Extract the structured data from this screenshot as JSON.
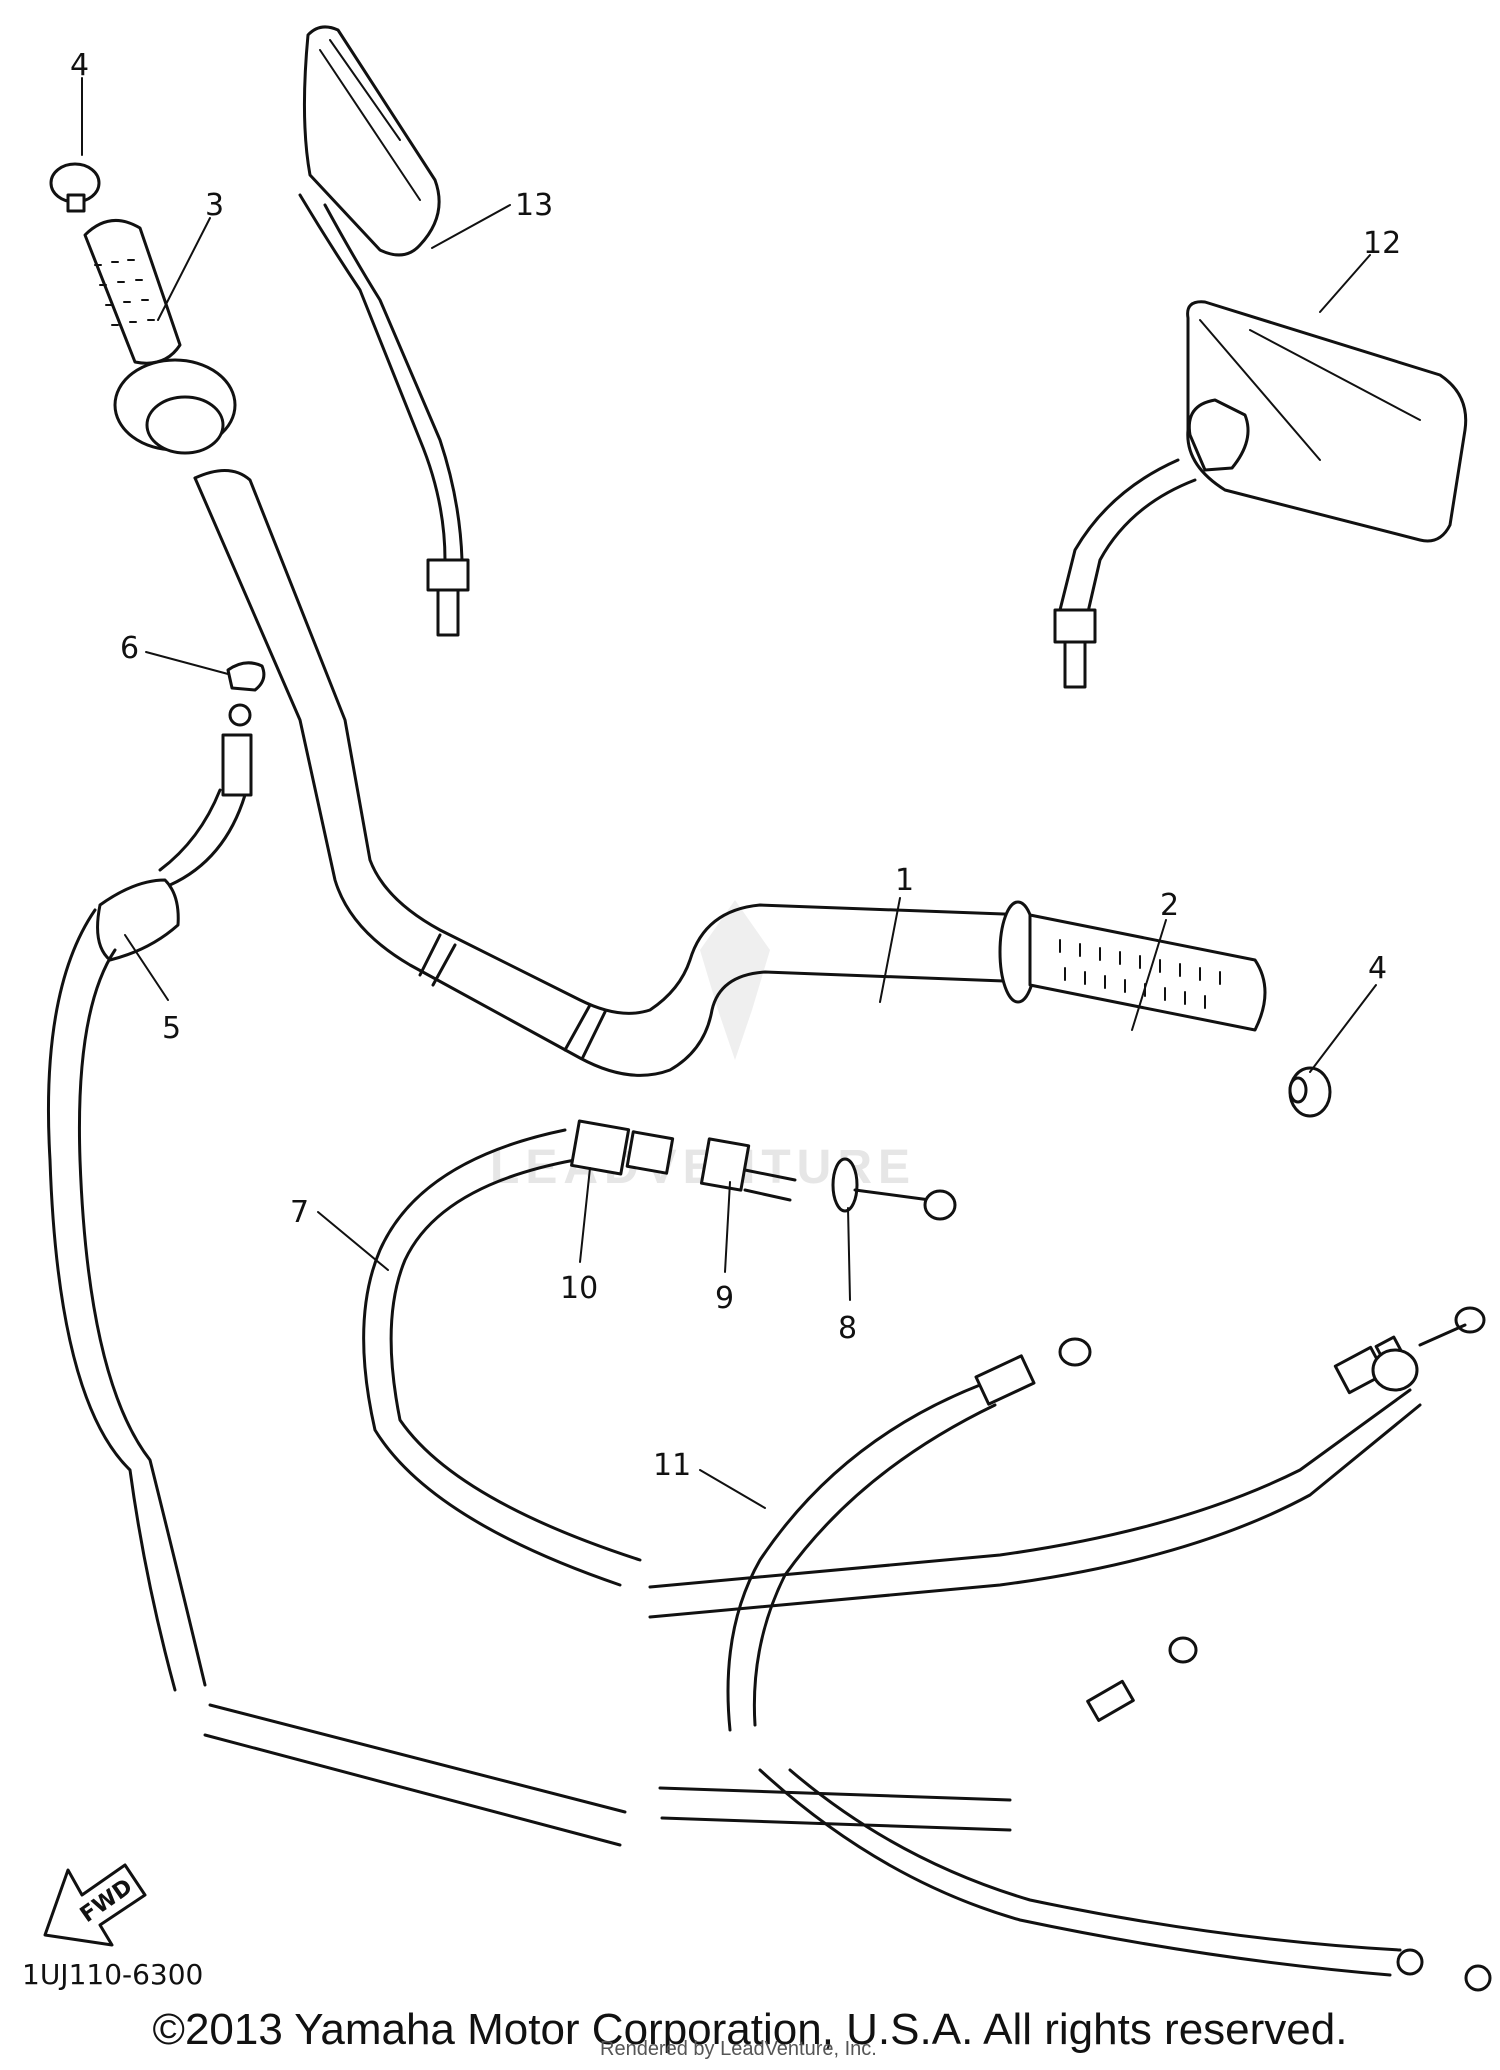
{
  "callouts": {
    "c1": "1",
    "c2": "2",
    "c3": "3",
    "c4a": "4",
    "c4b": "4",
    "c5": "5",
    "c6": "6",
    "c7": "7",
    "c8": "8",
    "c9": "9",
    "c10": "10",
    "c11": "11",
    "c12": "12",
    "c13": "13"
  },
  "forward_label": "FWD",
  "watermark": "LEADVENTURE",
  "diagram_code": "1UJ110-6300",
  "copyright": "©2013 Yamaha Motor Corporation, U.S.A. All rights reserved.",
  "credit": "Rendered by LeadVenture, Inc."
}
